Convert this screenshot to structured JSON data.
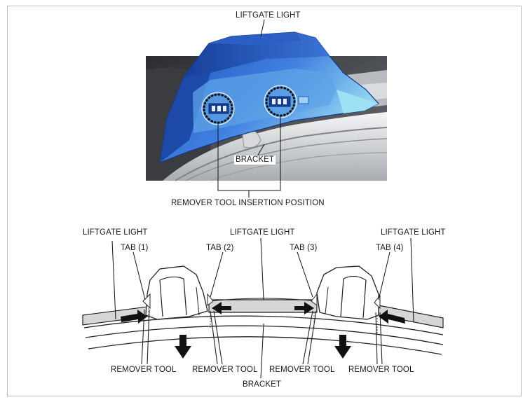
{
  "photo": {
    "labels": {
      "liftgate_light": "LIFTGATE LIGHT",
      "bracket": "BRACKET",
      "remover_tool_insertion_position": "REMOVER TOOL INSERTION POSITION"
    }
  },
  "section": {
    "labels": {
      "liftgate_light_left": "LIFTGATE LIGHT",
      "liftgate_light_center": "LIFTGATE LIGHT",
      "liftgate_light_right": "LIFTGATE LIGHT",
      "tab_1": "TAB (1)",
      "tab_2": "TAB (2)",
      "tab_3": "TAB (3)",
      "tab_4": "TAB (4)",
      "remover_tool_1": "REMOVER TOOL",
      "remover_tool_2": "REMOVER TOOL",
      "remover_tool_3": "REMOVER TOOL",
      "remover_tool_4": "REMOVER TOOL",
      "bracket": "BRACKET"
    }
  },
  "colors": {
    "light_blue": "#2f63c8",
    "light_blue_highlight": "#8fd6f0",
    "bracket_gray": "#c9ccd0",
    "dark_gray": "#4a4d52"
  }
}
